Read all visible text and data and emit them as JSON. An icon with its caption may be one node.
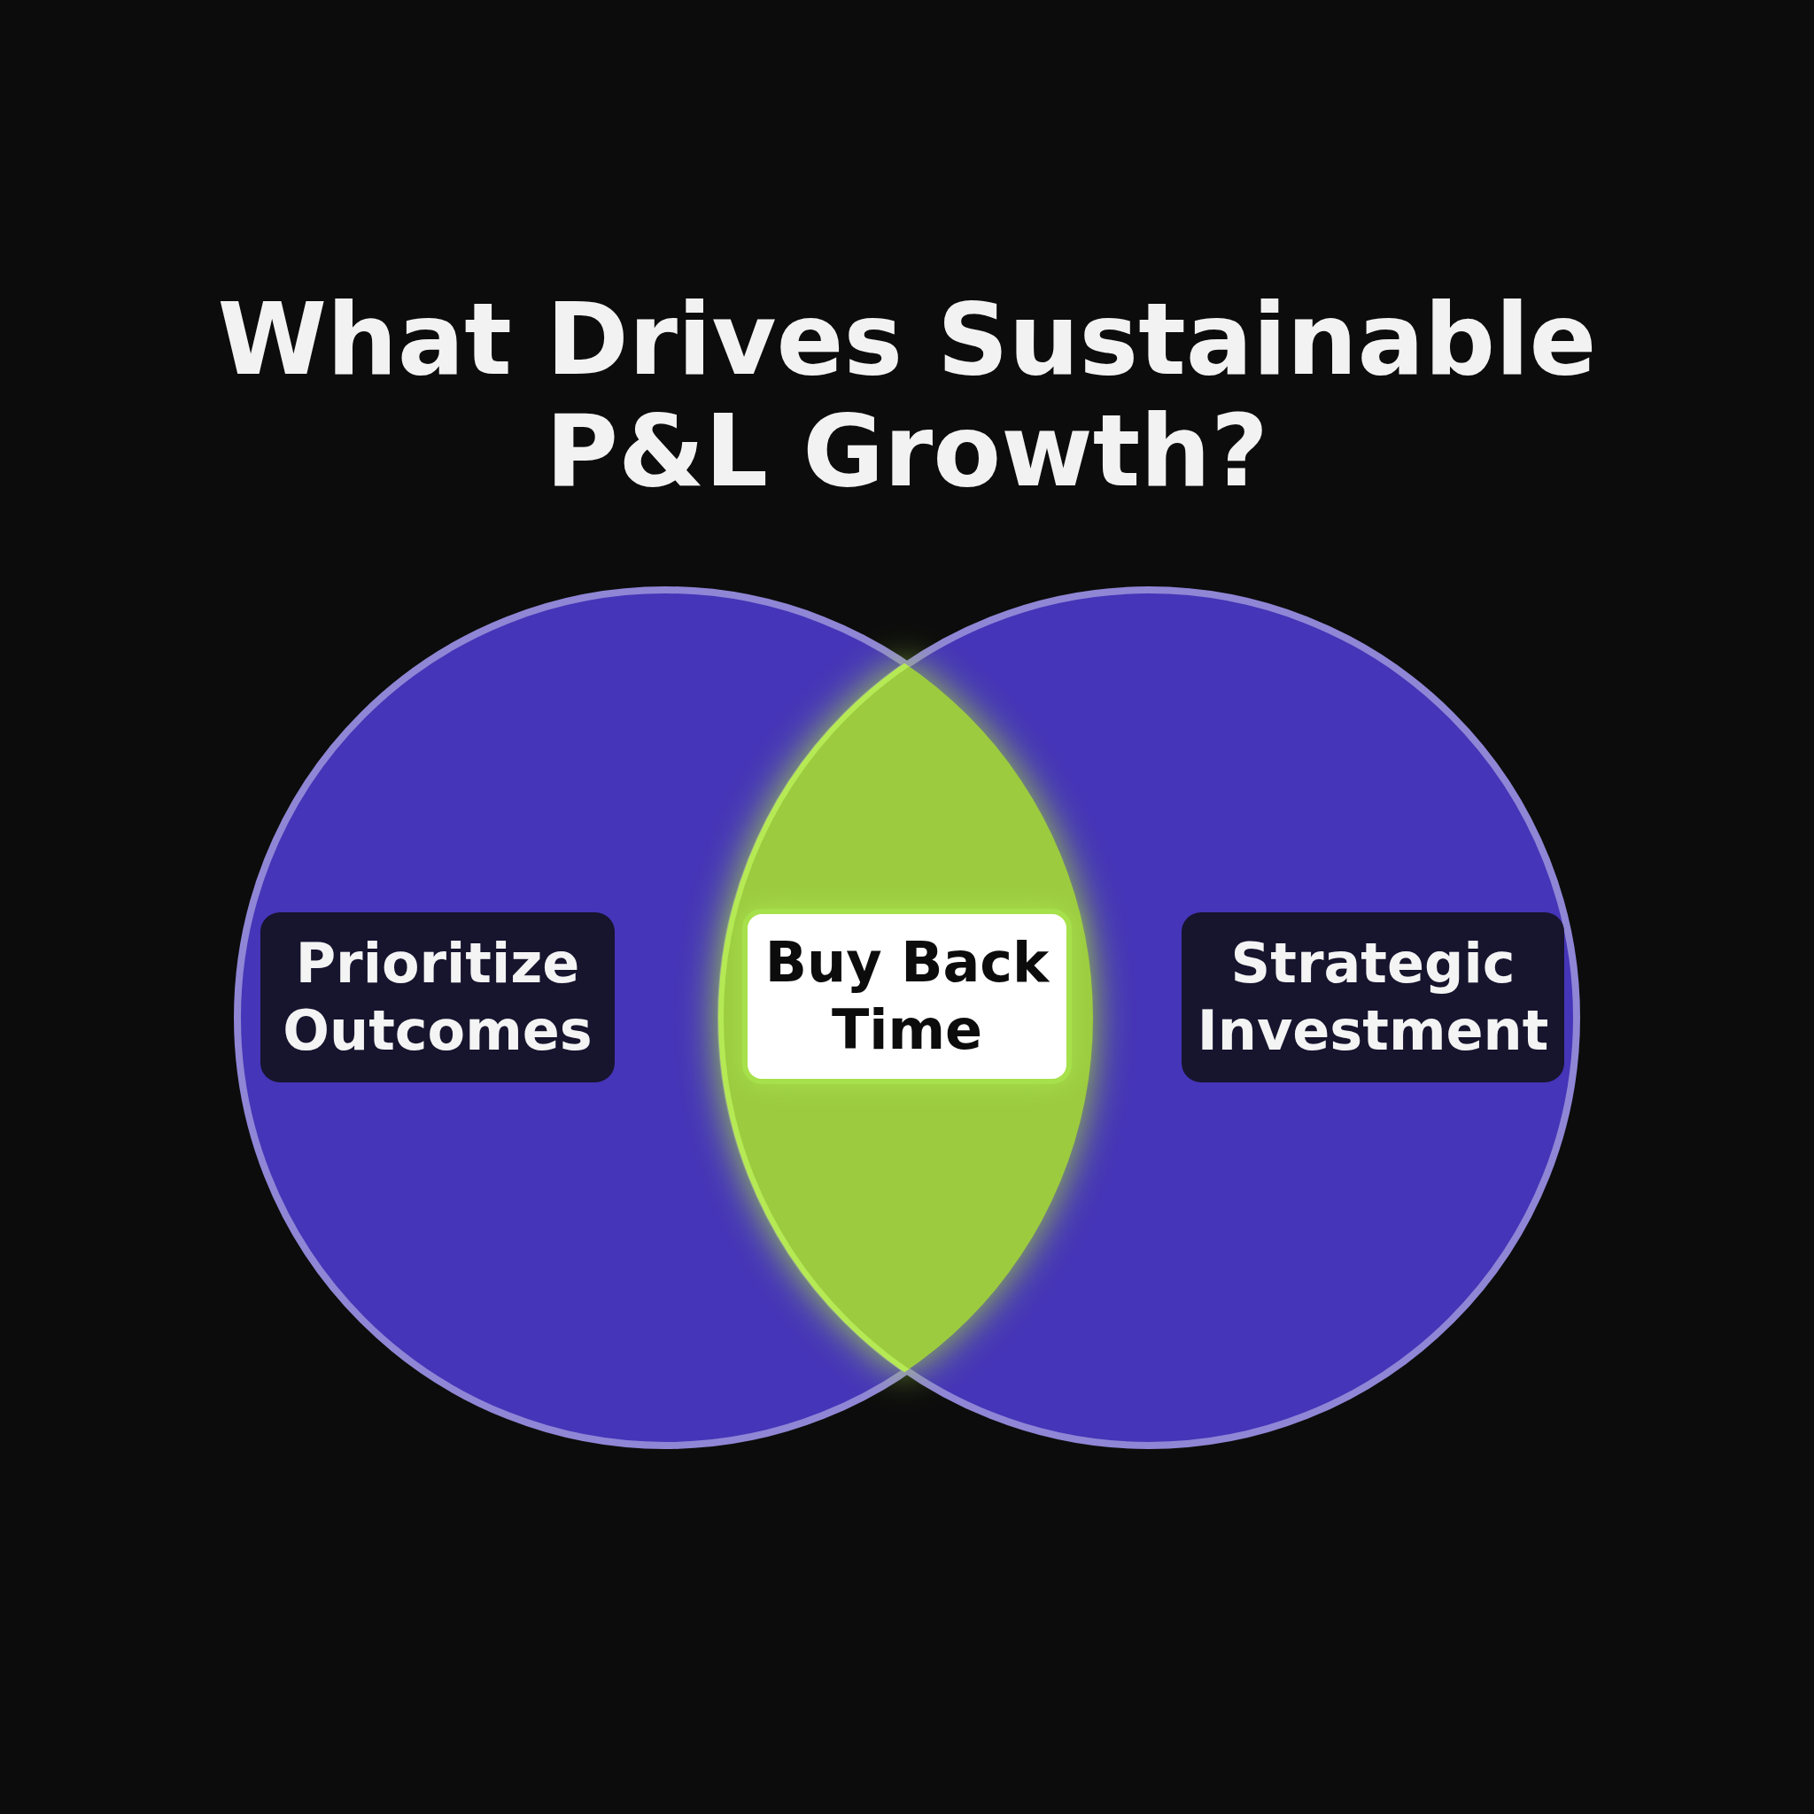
{
  "diagram": {
    "title": "What Drives Sustainable P&L Growth?",
    "nodes": [
      {
        "text": [
          "Prioritize Outcomes"
        ]
      },
      {
        "text": [
          "Buy Back Time"
        ]
      },
      {
        "text": [
          "Strategic Investment"
        ]
      }
    ]
  }
}
